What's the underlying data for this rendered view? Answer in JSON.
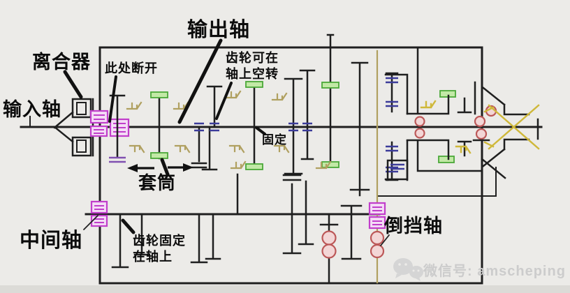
{
  "labels": {
    "clutch": "离合器",
    "input_shaft": "输入轴",
    "break_here": "此处断开",
    "output_shaft": "输出轴",
    "free_gear_line1": "齿轮可在",
    "free_gear_line2": "轴上空转",
    "fixed": "固定",
    "sleeve": "套筒",
    "counter_shaft": "中间轴",
    "fixed_gear_line1": "齿轮固定",
    "fixed_gear_line2": "在轴上",
    "reverse_shaft": "倒挡轴"
  },
  "watermark": {
    "icon": "wechat-icon",
    "text": "微信号: amscheping"
  },
  "colors": {
    "line": "#1f1f1f",
    "magenta": "#c13ecb",
    "green": "#4aa838",
    "tan": "#b0a060",
    "yellow": "#cfb83a",
    "blue": "#3c3c9a",
    "purple": "#8050b0",
    "red": "#bc5858",
    "background": "#ecebe8",
    "watermark": "#cccccc"
  }
}
